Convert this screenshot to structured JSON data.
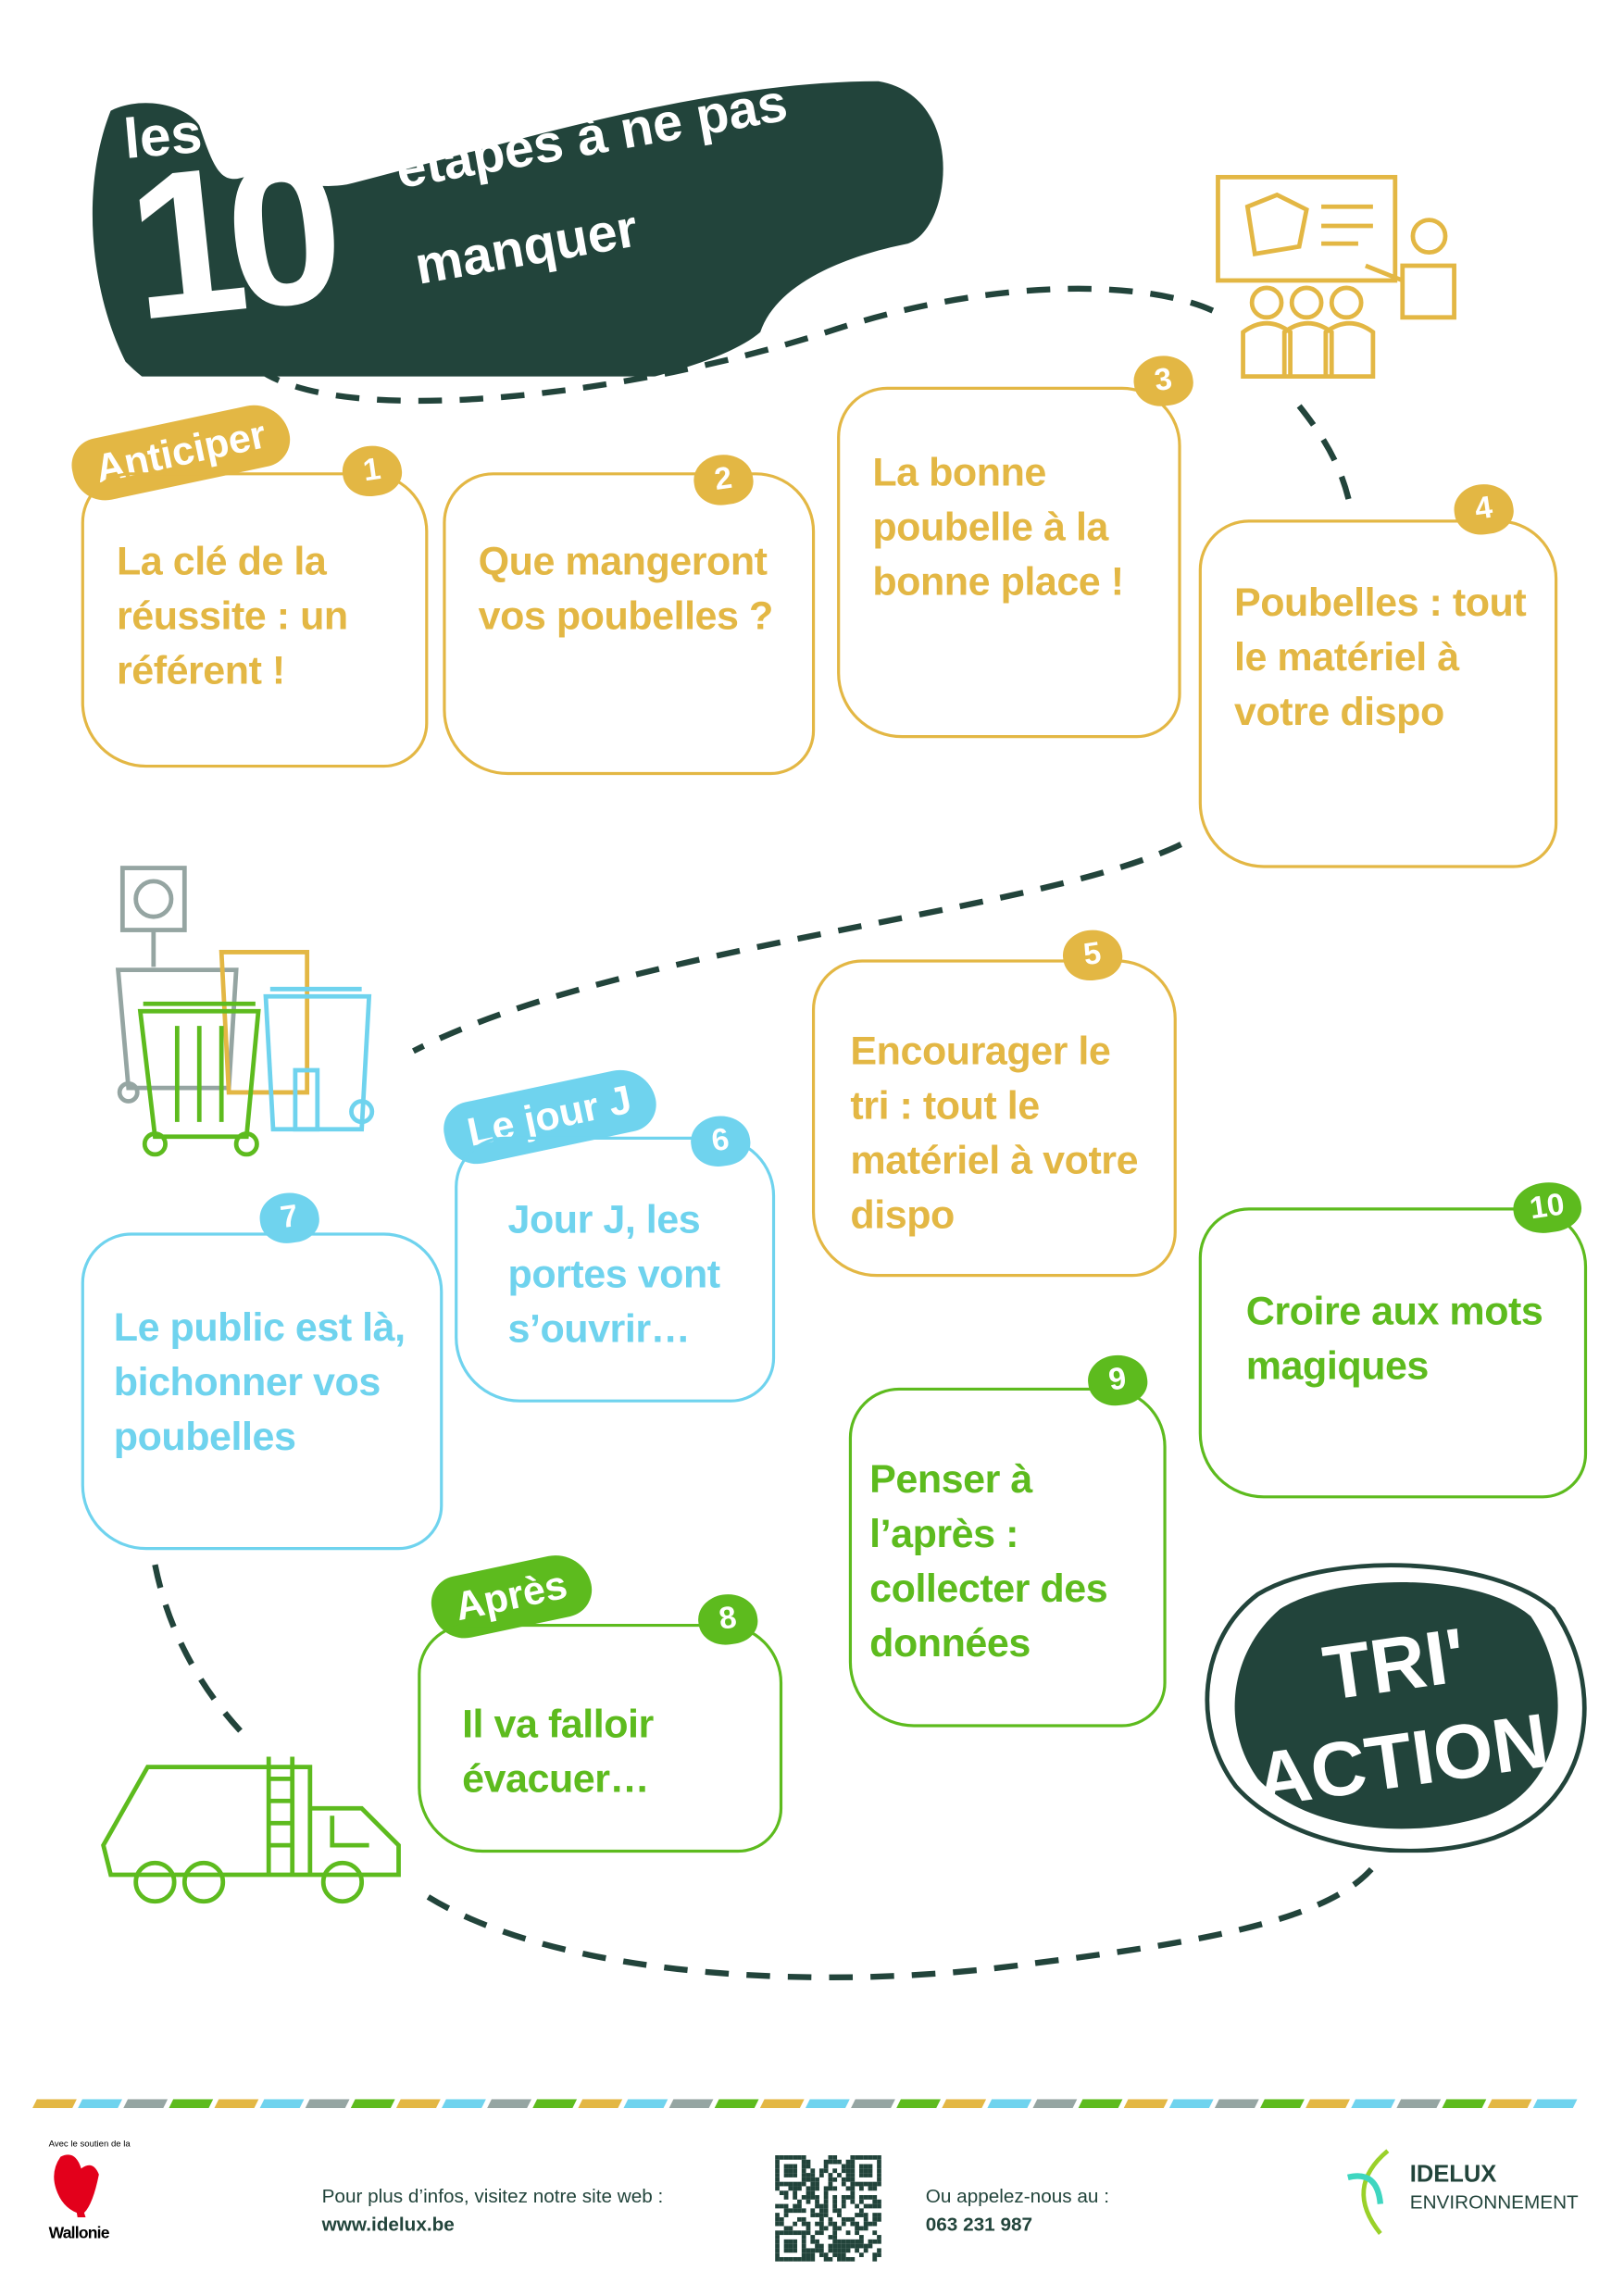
{
  "header": {
    "les": "les",
    "number": "10",
    "line1": "étapes à ne pas",
    "line2": "manquer"
  },
  "sections": {
    "anticiper": "Anticiper",
    "jour_j": "Le jour J",
    "apres": "Après"
  },
  "steps": [
    {
      "n": "1",
      "text": "La clé de la réussite : un référent !"
    },
    {
      "n": "2",
      "text": "Que mangeront vos poubelles ?"
    },
    {
      "n": "3",
      "text": "La bonne poubelle à la bonne place !"
    },
    {
      "n": "4",
      "text": "Poubelles : tout le matériel à votre dispo"
    },
    {
      "n": "5",
      "text": "Encourager le tri : tout le matériel à votre dispo"
    },
    {
      "n": "6",
      "text": "Jour J, les portes vont s’ouvrir…"
    },
    {
      "n": "7",
      "text": "Le public est là, bichonner vos poubelles"
    },
    {
      "n": "8",
      "text": "Il va falloir évacuer…"
    },
    {
      "n": "9",
      "text": "Penser à l’après : collecter des données"
    },
    {
      "n": "10",
      "text": "Croire aux mots magiques"
    }
  ],
  "logo_triaction": "TRI'ACTION",
  "footer": {
    "support": "Avec le soutien de la",
    "wallonie": "Wallonie",
    "info_label": "Pour plus d’infos, visitez notre site web :",
    "website": "www.idelux.be",
    "phone_label": "Ou appelez-nous au :",
    "phone": "063 231 987",
    "idelux_line1": "IDELUX",
    "idelux_line2": "ENVIRONNEMENT"
  },
  "colors": {
    "dark": "#22443b",
    "yellow": "#e3b744",
    "cyan": "#6fd3ee",
    "green": "#5dbb1e",
    "grey": "#95a5a2"
  }
}
